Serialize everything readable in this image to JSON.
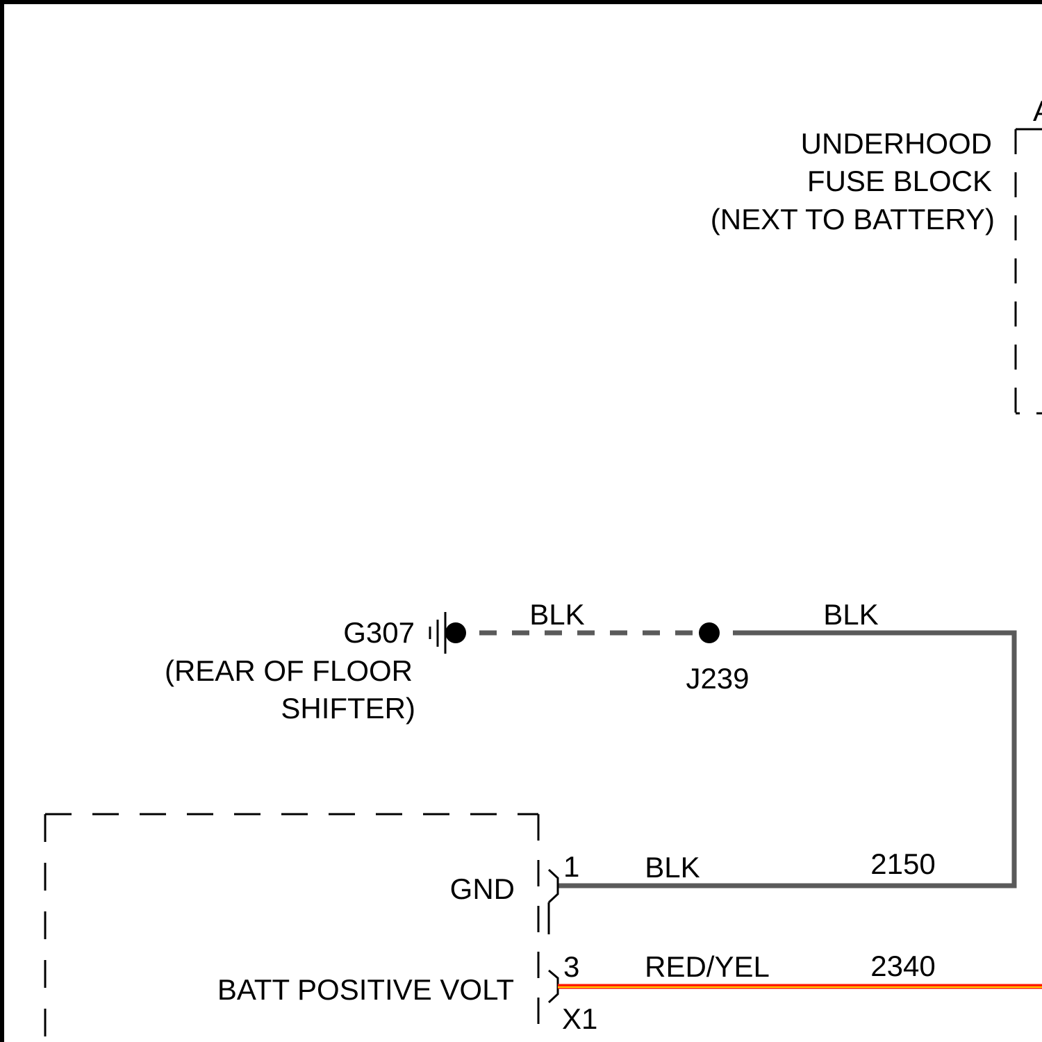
{
  "components": {
    "fuse_block": {
      "name_line1": "UNDERHOOD",
      "name_line2": "FUSE BLOCK",
      "location": "(NEXT TO BATTERY)",
      "edge_glyph": "A"
    },
    "ground": {
      "id": "G307",
      "location_line1": "(REAR OF FLOOR",
      "location_line2": "SHIFTER)"
    },
    "splice": {
      "id": "J239"
    },
    "module": {
      "connector": "X1",
      "pins": [
        {
          "pin": "1",
          "name": "GND"
        },
        {
          "pin": "3",
          "name": "BATT POSITIVE VOLT"
        }
      ]
    }
  },
  "wires": {
    "ground_to_splice": {
      "color": "BLK"
    },
    "splice_to_harness": {
      "color": "BLK"
    },
    "gnd_circuit": {
      "color": "BLK",
      "circuit": "2150"
    },
    "batt_circuit": {
      "color": "RED/YEL",
      "circuit": "2340"
    }
  },
  "colors": {
    "black_wire": "#5a5a5a",
    "red_wire": "#ff1a00",
    "yellow_stripe": "#ffd400",
    "outline": "#000000"
  }
}
